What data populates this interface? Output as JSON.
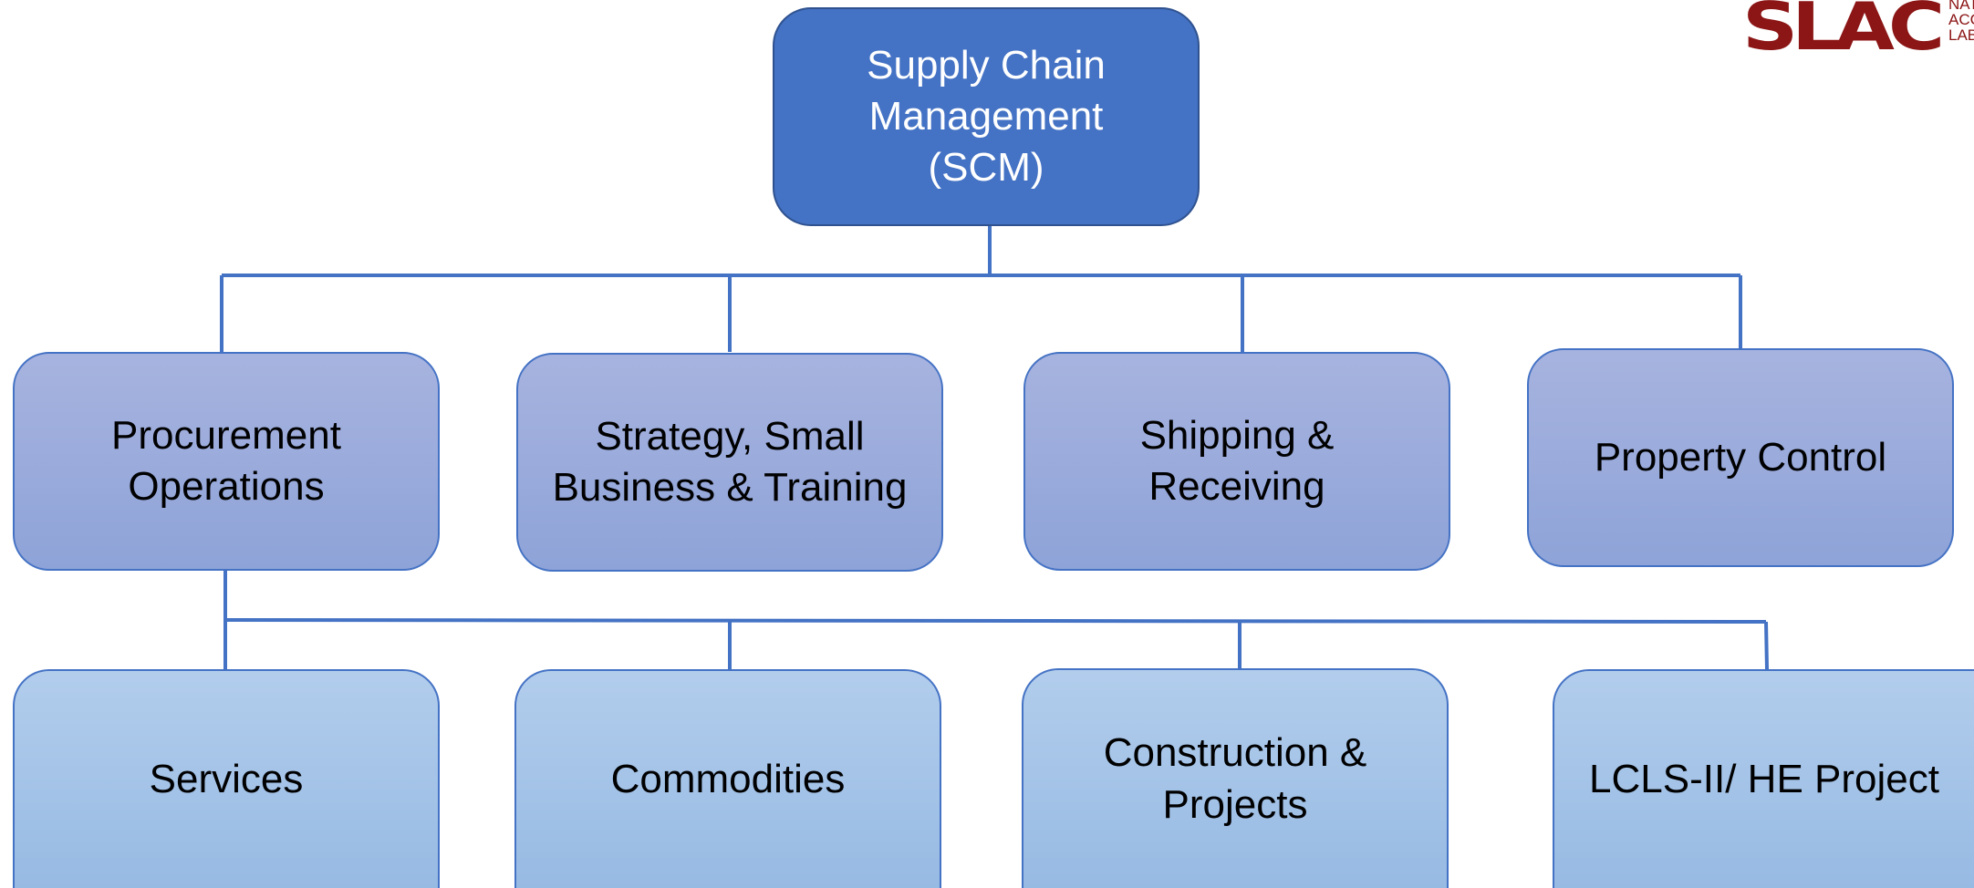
{
  "colors": {
    "root_fill": "#4472c4",
    "root_border": "#2f528f",
    "connector": "#4472c4",
    "level2_fill": "#8ea3d8",
    "level3_fill": "#97bae3",
    "logo": "#8c1515"
  },
  "logo": {
    "mark": "SLAC",
    "tag_lines": [
      "NAT",
      "ACC",
      "LABO"
    ]
  },
  "root": {
    "lines": [
      "Supply Chain",
      "Management",
      "(SCM)"
    ]
  },
  "level2": [
    {
      "lines": [
        "Procurement",
        "Operations"
      ]
    },
    {
      "lines": [
        "Strategy, Small",
        "Business & Training"
      ]
    },
    {
      "lines": [
        "Shipping &",
        "Receiving"
      ]
    },
    {
      "lines": [
        "Property Control"
      ]
    }
  ],
  "level3": [
    {
      "lines": [
        "Services"
      ]
    },
    {
      "lines": [
        "Commodities"
      ]
    },
    {
      "lines": [
        "Construction &",
        "Projects"
      ]
    },
    {
      "lines": [
        "LCLS-II/ HE Project"
      ]
    }
  ]
}
